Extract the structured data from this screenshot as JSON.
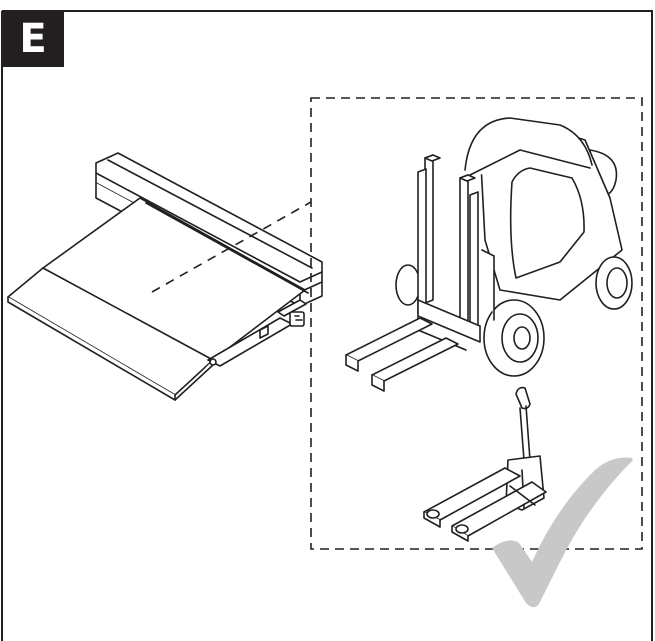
{
  "panel": {
    "label": "E",
    "label_bg": "#231f20",
    "label_fg": "#ffffff",
    "line_color": "#231f20"
  },
  "illustration": {
    "items": [
      "dock-leveler",
      "forklift",
      "pallet-jack"
    ],
    "approval_icon": "checkmark-icon",
    "check_color": "#c8c8c8",
    "zoom_box_style": "dashed"
  }
}
